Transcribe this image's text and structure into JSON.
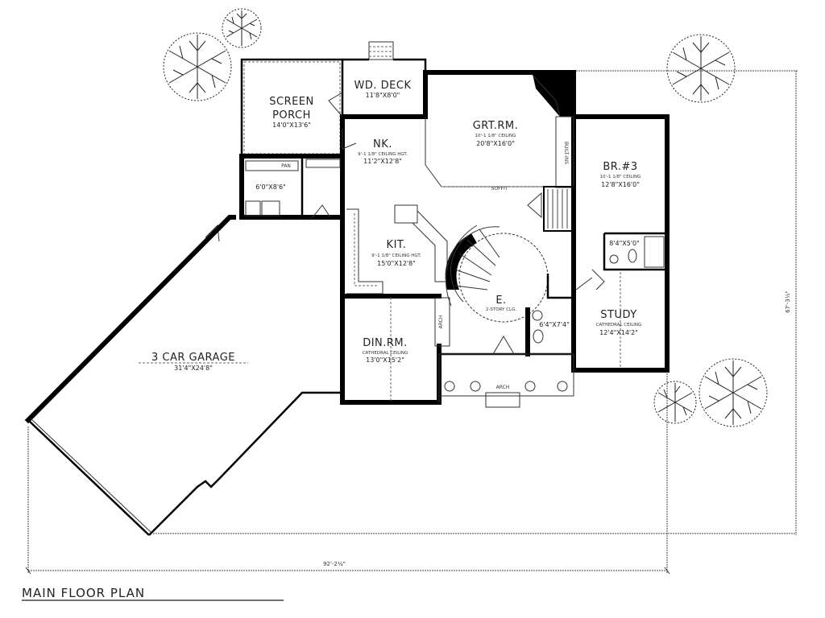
{
  "plan": {
    "title": "MAIN FLOOR PLAN",
    "overall_width": "92'-2¼\"",
    "overall_depth": "67'-3½\""
  },
  "rooms": {
    "screen_porch": {
      "name_line1": "SCREEN",
      "name_line2": "PORCH",
      "dims": "14'0\"X13'6\""
    },
    "wd_deck": {
      "name": "WD. DECK",
      "dims": "11'8\"X8'0\""
    },
    "nook": {
      "name": "NK.",
      "ceiling": "9'-1 1/8\" CEILING HGT.",
      "dims": "11'2\"X12'8\""
    },
    "great_room": {
      "name": "GRT.RM.",
      "ceiling": "10'-1 1/8\" CEILING",
      "dims": "20'8\"X16'0\""
    },
    "bedroom3": {
      "name": "BR.#3",
      "ceiling": "10'-1 1/8\" CEILING",
      "dims": "12'8\"X16'0\""
    },
    "laundry": {
      "dims": "6'0\"X8'6\"",
      "pan_label": "PAN"
    },
    "kitchen": {
      "name": "KIT.",
      "ceiling": "9'-1 1/8\" CEILING HGT.",
      "dims": "15'0\"X12'8\""
    },
    "bath3": {
      "dims": "8'4\"X5'0\""
    },
    "entry": {
      "name": "E.",
      "ceiling": "2-STORY CLG."
    },
    "powder": {
      "dims": "6'4\"X7'4\""
    },
    "study": {
      "name": "STUDY",
      "ceiling": "CATHEDRAL CEILING",
      "dims": "12'4\"X14'2\""
    },
    "dining": {
      "name": "DIN.RM.",
      "ceiling": "CATHEDRAL CEILING",
      "dims": "13'0\"X15'2\""
    },
    "garage": {
      "name": "3 CAR GARAGE",
      "dims": "31'4\"X24'8\""
    }
  },
  "annotations": {
    "soffit": "SOFFIT",
    "built_ins": "BUILT-INS",
    "arch_porch": "ARCH",
    "arch_dining": "ARCH"
  }
}
